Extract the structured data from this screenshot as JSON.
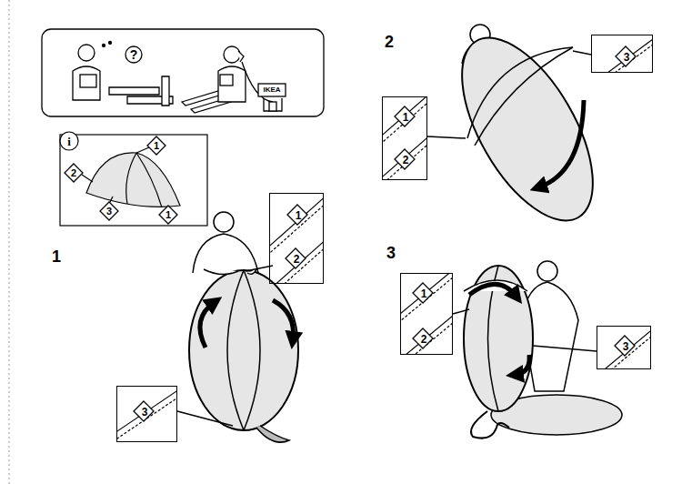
{
  "diagram": {
    "nodes": [
      {
        "text": [
          "?",
          "IKEA"
        ]
      },
      {
        "text": [
          "i",
          "1",
          "2",
          "3",
          "1"
        ]
      },
      {
        "text": [
          "1",
          "2"
        ]
      },
      {
        "text": [
          "3"
        ]
      },
      {
        "text": [
          "1",
          "2"
        ]
      },
      {
        "text": [
          "3"
        ]
      },
      {
        "text": [
          "1",
          "2"
        ]
      },
      {
        "text": [
          "3"
        ]
      }
    ],
    "labels": [
      "1",
      "2",
      "3"
    ]
  }
}
